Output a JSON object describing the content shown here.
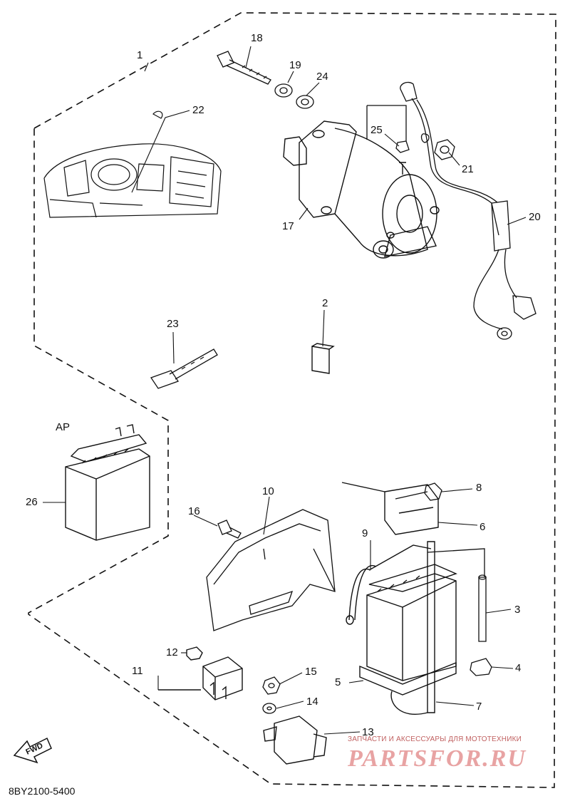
{
  "callouts": {
    "n1": "1",
    "n2": "2",
    "n3": "3",
    "n4": "4",
    "n5": "5",
    "n6": "6",
    "n7": "7",
    "n8": "8",
    "n9": "9",
    "n10": "10",
    "n11": "11",
    "n12": "12",
    "n13": "13",
    "n14": "14",
    "n15": "15",
    "n16": "16",
    "n17": "17",
    "n18": "18",
    "n19": "19",
    "n20": "20",
    "n21": "21",
    "n22": "22",
    "n23": "23",
    "n24": "24",
    "n25": "25",
    "n26": "26"
  },
  "variant_label": "AP",
  "direction_label": "FWD",
  "diagram_code": "8BY2100-5400",
  "watermark": {
    "tagline": "ЗАПЧАСТИ И АКСЕССУАРЫ ДЛЯ МОТОТЕХНИКИ",
    "brand": "PARTSFOR.RU"
  }
}
